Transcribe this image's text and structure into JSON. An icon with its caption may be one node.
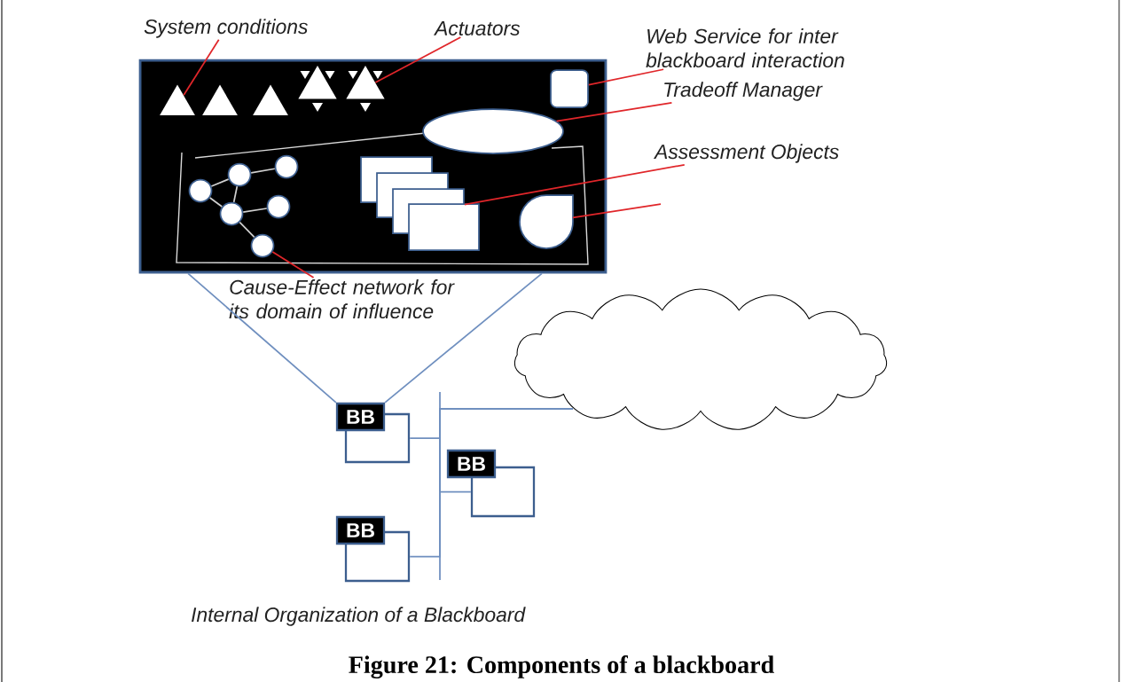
{
  "diagram": {
    "caption": "Figure 21: Components of a blackboard",
    "nodes": [
      {
        "text": [
          "System conditions"
        ]
      },
      {
        "text": [
          "Actuators"
        ]
      },
      {
        "text": [
          "Web Service for inter blackboard interaction"
        ]
      },
      {
        "text": [
          "Tradeoff Manager"
        ]
      },
      {
        "text": [
          "Assessment Objects"
        ]
      },
      {
        "text": [],
        "shape": "box"
      },
      {
        "text": [],
        "shape": "triangle",
        "in": 5
      },
      {
        "text": [],
        "shape": "triangle",
        "in": 5
      },
      {
        "text": [],
        "shape": "triangle",
        "in": 5
      },
      {
        "text": [],
        "shape": "triangle",
        "in": 5
      },
      {
        "text": [],
        "shape": "triangle",
        "in": 5
      },
      {
        "text": [],
        "shape": "box",
        "in": 5
      },
      {
        "text": [],
        "shape": "ellipse",
        "in": 5
      },
      {
        "text": [],
        "shape": "box",
        "in": 5
      },
      {
        "text": [],
        "shape": "box",
        "in": 5
      },
      {
        "text": [],
        "shape": "box",
        "in": 5
      },
      {
        "text": [],
        "shape": "box",
        "in": 5
      },
      {
        "text": [],
        "shape": "circle",
        "in": 5
      },
      {
        "text": [],
        "shape": "circle",
        "in": 5
      },
      {
        "text": [],
        "shape": "circle",
        "in": 5
      },
      {
        "text": [],
        "shape": "circle",
        "in": 5
      },
      {
        "text": [],
        "shape": "circle",
        "in": 5
      },
      {
        "text": [],
        "shape": "circle",
        "in": 5
      },
      {
        "text": [],
        "shape": "drop",
        "in": 5
      },
      {
        "text": [
          "Cause-Effect network for its domain of influence"
        ]
      },
      {
        "text": [],
        "shape": "cloud"
      },
      {
        "text": [
          "BB"
        ]
      },
      {
        "text": [],
        "shape": "box"
      },
      {
        "text": [
          "BB"
        ]
      },
      {
        "text": [],
        "shape": "box"
      },
      {
        "text": [
          "BB"
        ]
      },
      {
        "text": [],
        "shape": "box"
      }
    ],
    "edges": [
      {
        "from": 0,
        "to": 6,
        "arrow": "none"
      },
      {
        "from": 1,
        "to": 10,
        "arrow": "none"
      },
      {
        "from": 2,
        "to": 11,
        "arrow": "none"
      },
      {
        "from": 3,
        "to": 12,
        "arrow": "none"
      },
      {
        "from": 4,
        "to": 15,
        "arrow": "none"
      },
      {
        "from": null,
        "to": 23,
        "arrow": "none"
      },
      {
        "from": 24,
        "to": 20,
        "arrow": "none"
      },
      {
        "from": 17,
        "to": 19,
        "arrow": "none",
        "color": "#d0d0d0"
      },
      {
        "from": 19,
        "to": 22,
        "arrow": "none",
        "color": "#d0d0d0"
      },
      {
        "from": 17,
        "to": 18,
        "arrow": "none",
        "color": "#d0d0d0"
      },
      {
        "from": 19,
        "to": 18,
        "arrow": "none",
        "color": "#d0d0d0"
      },
      {
        "from": 18,
        "to": 21,
        "arrow": "none",
        "color": "#d0d0d0"
      },
      {
        "from": 18,
        "to": 20,
        "arrow": "none",
        "color": "#d0d0d0"
      },
      {
        "from": 5,
        "to": 26,
        "arrow": "none",
        "color": "#6f8fbf"
      },
      {
        "from": 5,
        "to": 26,
        "arrow": "none",
        "color": "#6f8fbf"
      },
      {
        "from": 27,
        "to": 25,
        "arrow": "none",
        "color": "#6f8fbf"
      },
      {
        "from": 29,
        "to": 25,
        "arrow": "none",
        "color": "#6f8fbf"
      },
      {
        "from": 31,
        "to": 25,
        "arrow": "none",
        "color": "#6f8fbf"
      }
    ],
    "labels": [
      "Internal Organization of a Blackboard"
    ]
  }
}
